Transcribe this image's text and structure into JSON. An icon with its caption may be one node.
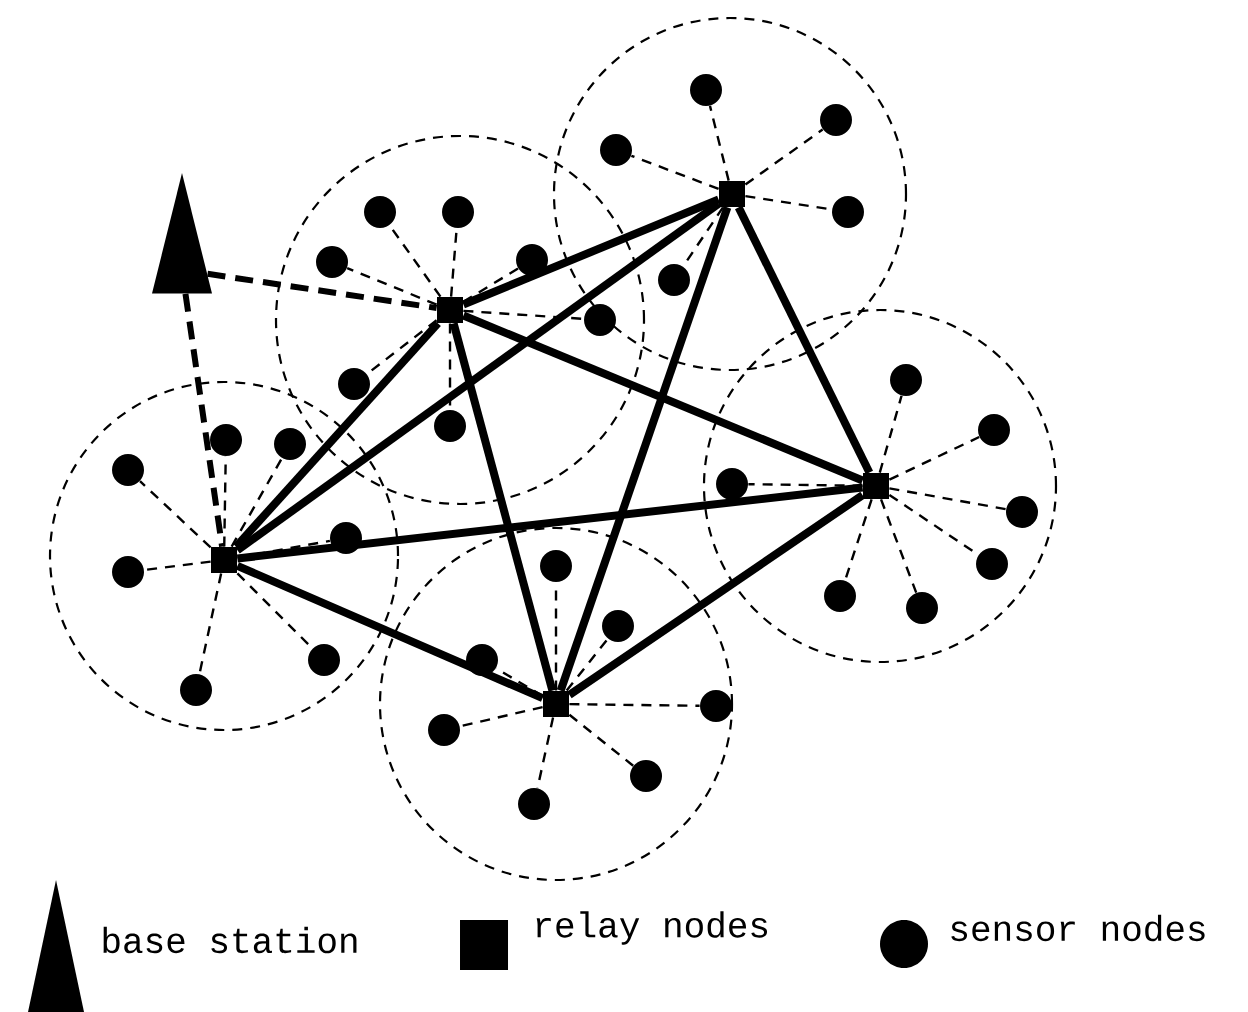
{
  "diagram": {
    "nodes": [
      {
        "text": [],
        "shape": "triangle"
      },
      {
        "text": [],
        "shape": "box"
      },
      {
        "text": [],
        "shape": "box"
      },
      {
        "text": [],
        "shape": "box"
      },
      {
        "text": [],
        "shape": "box"
      },
      {
        "text": [],
        "shape": "box"
      },
      {
        "text": [],
        "shape": "circle"
      },
      {
        "text": [],
        "shape": "circle"
      },
      {
        "text": [],
        "shape": "circle"
      },
      {
        "text": [],
        "shape": "circle"
      },
      {
        "text": [],
        "shape": "circle"
      },
      {
        "text": [],
        "shape": "circle"
      },
      {
        "text": [],
        "shape": "circle"
      },
      {
        "text": [],
        "shape": "circle"
      },
      {
        "text": [],
        "shape": "circle"
      },
      {
        "text": [],
        "shape": "circle"
      },
      {
        "text": [],
        "shape": "circle"
      },
      {
        "text": [],
        "shape": "circle"
      },
      {
        "text": [],
        "shape": "circle"
      },
      {
        "text": [],
        "shape": "circle"
      },
      {
        "text": [],
        "shape": "circle"
      },
      {
        "text": [],
        "shape": "circle"
      },
      {
        "text": [],
        "shape": "circle"
      },
      {
        "text": [],
        "shape": "circle"
      },
      {
        "text": [],
        "shape": "circle"
      },
      {
        "text": [],
        "shape": "circle"
      },
      {
        "text": [],
        "shape": "circle"
      },
      {
        "text": [],
        "shape": "circle"
      },
      {
        "text": [],
        "shape": "circle"
      },
      {
        "text": [],
        "shape": "circle"
      },
      {
        "text": [],
        "shape": "circle"
      },
      {
        "text": [],
        "shape": "circle"
      },
      {
        "text": [],
        "shape": "circle"
      },
      {
        "text": [],
        "shape": "circle"
      },
      {
        "text": [],
        "shape": "circle"
      },
      {
        "text": [],
        "shape": "circle"
      },
      {
        "text": [],
        "shape": "circle"
      },
      {
        "text": [],
        "shape": "circle"
      },
      {
        "text": [],
        "shape": "circle"
      }
    ],
    "edges": [
      {
        "from": 0,
        "to": 2,
        "arrow": "none",
        "style": "dashed"
      },
      {
        "from": 0,
        "to": 1,
        "arrow": "none",
        "style": "dashed"
      },
      {
        "from": 1,
        "to": 2,
        "arrow": "none",
        "style": "thick"
      },
      {
        "from": 1,
        "to": 4,
        "arrow": "none",
        "style": "thick"
      },
      {
        "from": 1,
        "to": 5,
        "arrow": "none",
        "style": "thick"
      },
      {
        "from": 1,
        "to": 3,
        "arrow": "none",
        "style": "thick"
      },
      {
        "from": 2,
        "to": 4,
        "arrow": "none",
        "style": "thick"
      },
      {
        "from": 2,
        "to": 5,
        "arrow": "none",
        "style": "thick"
      },
      {
        "from": 2,
        "to": 3,
        "arrow": "none",
        "style": "thick"
      },
      {
        "from": 4,
        "to": 5,
        "arrow": "none",
        "style": "thick"
      },
      {
        "from": 4,
        "to": 3,
        "arrow": "none",
        "style": "thick"
      },
      {
        "from": 5,
        "to": 3,
        "arrow": "none",
        "style": "thick"
      },
      {
        "from": 1,
        "to": 6,
        "arrow": "none",
        "style": "dashed"
      },
      {
        "from": 1,
        "to": 7,
        "arrow": "none",
        "style": "dashed"
      },
      {
        "from": 1,
        "to": 8,
        "arrow": "none",
        "style": "dashed"
      },
      {
        "from": 1,
        "to": 9,
        "arrow": "none",
        "style": "dashed"
      },
      {
        "from": 1,
        "to": 10,
        "arrow": "none",
        "style": "dashed"
      },
      {
        "from": 1,
        "to": 11,
        "arrow": "none",
        "style": "dashed"
      },
      {
        "from": 2,
        "to": 12,
        "arrow": "none",
        "style": "dashed"
      },
      {
        "from": 1,
        "to": 13,
        "arrow": "none",
        "style": "dashed"
      },
      {
        "from": 2,
        "to": 14,
        "arrow": "none",
        "style": "dashed"
      },
      {
        "from": 2,
        "to": 15,
        "arrow": "none",
        "style": "dashed"
      },
      {
        "from": 3,
        "to": 16,
        "arrow": "none",
        "style": "dashed"
      },
      {
        "from": 2,
        "to": 17,
        "arrow": "none",
        "style": "dashed"
      },
      {
        "from": 2,
        "to": 18,
        "arrow": "none",
        "style": "dashed"
      },
      {
        "from": 3,
        "to": 19,
        "arrow": "none",
        "style": "dashed"
      },
      {
        "from": 2,
        "to": 20,
        "arrow": "none",
        "style": "dashed"
      },
      {
        "from": 3,
        "to": 21,
        "arrow": "none",
        "style": "dashed"
      },
      {
        "from": 3,
        "to": 22,
        "arrow": "none",
        "style": "dashed"
      },
      {
        "from": 2,
        "to": 23,
        "arrow": "none",
        "style": "dashed"
      },
      {
        "from": 4,
        "to": 24,
        "arrow": "none",
        "style": "dashed"
      },
      {
        "from": 3,
        "to": 25,
        "arrow": "none",
        "style": "dashed"
      },
      {
        "from": 3,
        "to": 26,
        "arrow": "none",
        "style": "dashed"
      },
      {
        "from": 4,
        "to": 27,
        "arrow": "none",
        "style": "dashed"
      },
      {
        "from": 4,
        "to": 28,
        "arrow": "none",
        "style": "dashed"
      },
      {
        "from": 3,
        "to": 29,
        "arrow": "none",
        "style": "dashed"
      },
      {
        "from": 5,
        "to": 30,
        "arrow": "none",
        "style": "dashed"
      },
      {
        "from": 4,
        "to": 31,
        "arrow": "none",
        "style": "dashed"
      },
      {
        "from": 5,
        "to": 32,
        "arrow": "none",
        "style": "dashed"
      },
      {
        "from": 4,
        "to": 33,
        "arrow": "none",
        "style": "dashed"
      },
      {
        "from": 5,
        "to": 34,
        "arrow": "none",
        "style": "dashed"
      },
      {
        "from": 5,
        "to": 35,
        "arrow": "none",
        "style": "dashed"
      },
      {
        "from": 5,
        "to": 36,
        "arrow": "none",
        "style": "dashed"
      },
      {
        "from": 5,
        "to": 37,
        "arrow": "none",
        "style": "dashed"
      },
      {
        "from": 5,
        "to": 38,
        "arrow": "none",
        "style": "dashed"
      }
    ],
    "legend": [
      {
        "text": "base station"
      },
      {
        "text": "relay nodes"
      },
      {
        "text": "sensor nodes"
      }
    ]
  }
}
